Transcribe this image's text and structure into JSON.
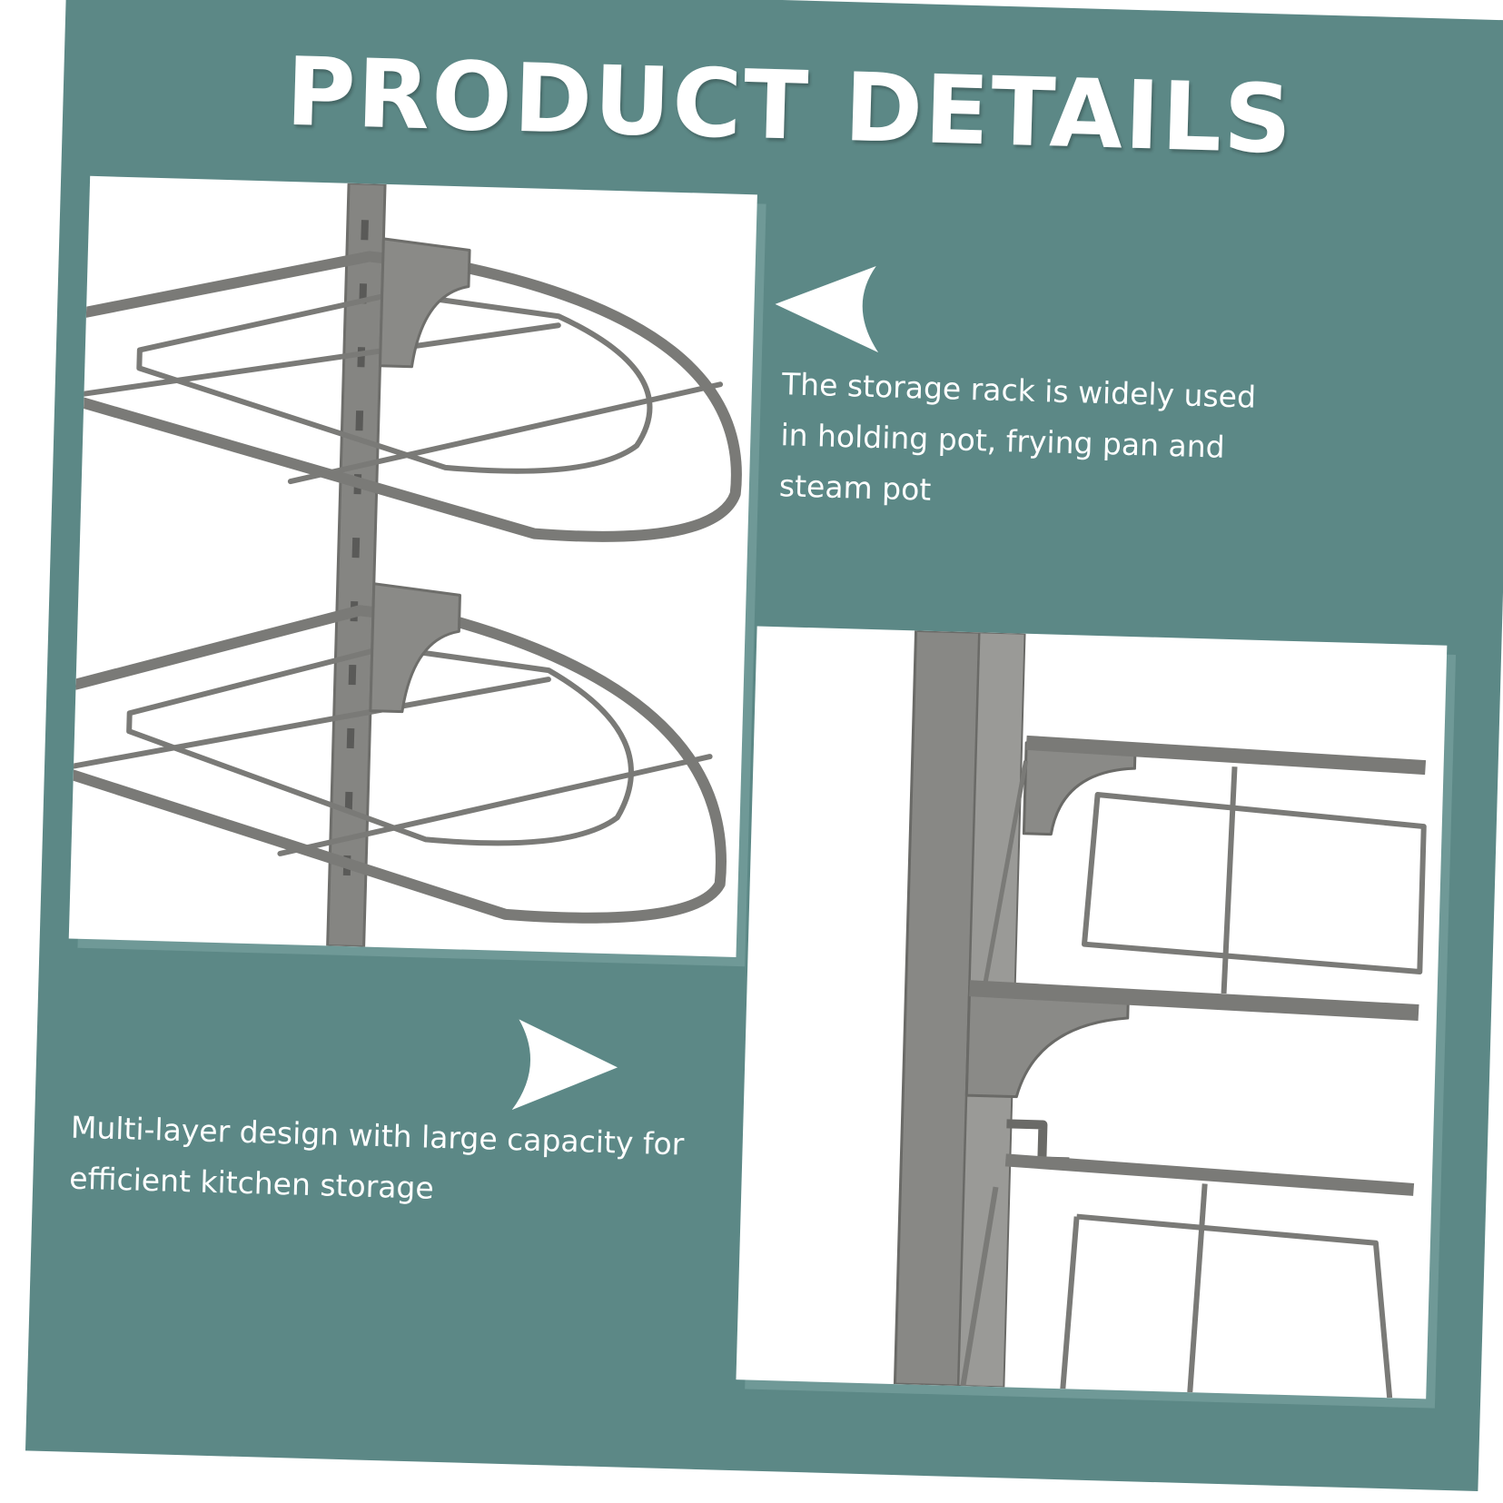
{
  "title": "PRODUCT DETAILS",
  "descriptions": {
    "storage": "The storage rack is widely used in holding pot, frying pan and steam pot",
    "multilayer": "Multi-layer design with large capacity for efficient kitchen storage"
  },
  "icons": {
    "left_arrow": "arrow-left-icon",
    "right_arrow": "arrow-right-icon"
  },
  "colors": {
    "background": "#5c8886",
    "text": "#ffffff",
    "rack": "#7a7a77"
  }
}
